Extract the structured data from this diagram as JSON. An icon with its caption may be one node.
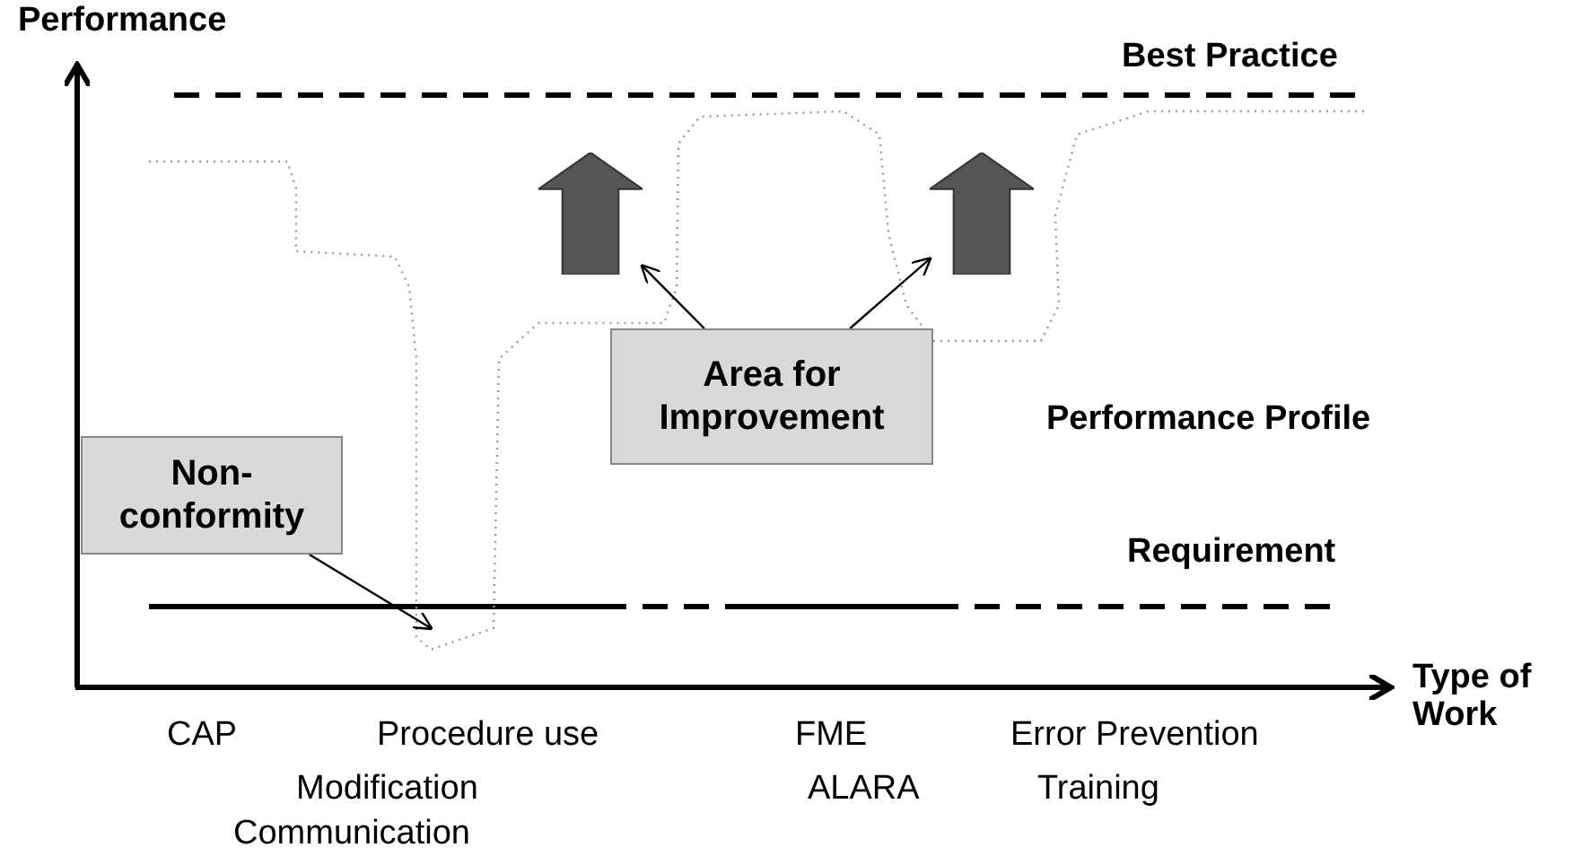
{
  "diagram": {
    "nodes": [
      {
        "text": [
          "Area for Improvement"
        ]
      },
      {
        "text": [],
        "shape": "arrow"
      },
      {
        "text": [],
        "shape": "arrow"
      },
      {
        "text": [
          "Non-conformity"
        ]
      }
    ],
    "edges": [
      {
        "from": 0,
        "to": 1,
        "arrow": "to"
      },
      {
        "from": 0,
        "to": 2,
        "arrow": "to"
      },
      {
        "from": 3,
        "to": null,
        "arrow": "to"
      }
    ],
    "labels": [
      "Performance",
      "Best Practice",
      "Performance Profile",
      "Requirement",
      "Type of Work",
      "CAP",
      "Procedure use",
      "FME",
      "Error Prevention",
      "Modification",
      "ALARA",
      "Training",
      "Communication"
    ]
  }
}
